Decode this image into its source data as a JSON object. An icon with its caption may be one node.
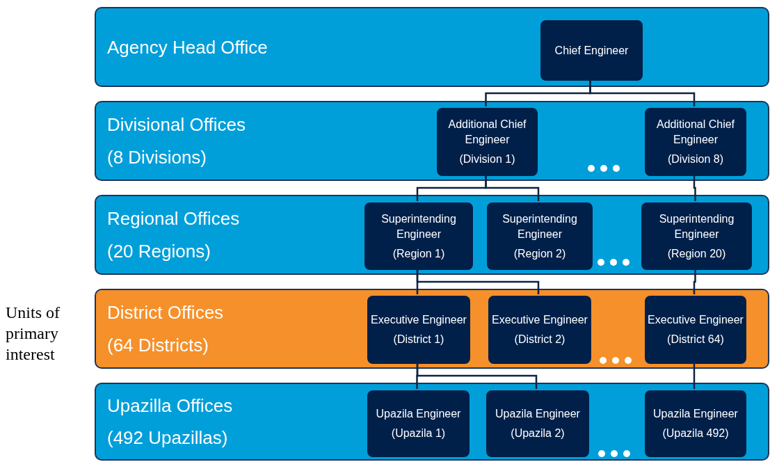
{
  "diagram": {
    "nodes": [
      {
        "text": [
          "Agency Head Office"
        ]
      },
      {
        "text": [
          "Chief Engineer"
        ],
        "in": 0
      },
      {
        "text": [
          "Divisional Offices",
          "(8 Divisions)"
        ]
      },
      {
        "text": [
          "Additional Chief Engineer",
          "(Division 1)"
        ],
        "in": 2
      },
      {
        "text": [
          "Additional Chief Engineer",
          "(Division 8)"
        ],
        "in": 2
      },
      {
        "text": [
          "Regional Offices",
          "(20 Regions)"
        ]
      },
      {
        "text": [
          "Superintending Engineer",
          "(Region 1)"
        ],
        "in": 5
      },
      {
        "text": [
          "Superintending Engineer",
          "(Region 2)"
        ],
        "in": 5
      },
      {
        "text": [
          "Superintending Engineer",
          "(Region 20)"
        ],
        "in": 5
      },
      {
        "text": [
          "District Offices",
          "(64 Districts)"
        ]
      },
      {
        "text": [
          "Executive Engineer",
          "(District 1)"
        ],
        "in": 9
      },
      {
        "text": [
          "Executive Engineer",
          "(District 2)"
        ],
        "in": 9
      },
      {
        "text": [
          "Executive Engineer",
          "(District 64)"
        ],
        "in": 9
      },
      {
        "text": [
          "Upazilla Offices",
          "(492 Upazillas)"
        ]
      },
      {
        "text": [
          "Upazila Engineer",
          "(Upazila 1)"
        ],
        "in": 13
      },
      {
        "text": [
          "Upazila Engineer",
          "(Upazila 2)"
        ],
        "in": 13
      },
      {
        "text": [
          "Upazila Engineer",
          "(Upazila 492)"
        ],
        "in": 13
      }
    ],
    "edges": [
      {
        "from": 1,
        "to": 3,
        "arrow": "none"
      },
      {
        "from": 1,
        "to": 4,
        "arrow": "none"
      },
      {
        "from": 3,
        "to": 6,
        "arrow": "none"
      },
      {
        "from": 3,
        "to": 7,
        "arrow": "none"
      },
      {
        "from": 4,
        "to": 8,
        "arrow": "none"
      },
      {
        "from": 6,
        "to": 10,
        "arrow": "none"
      },
      {
        "from": 6,
        "to": 11,
        "arrow": "none"
      },
      {
        "from": 8,
        "to": 12,
        "arrow": "none"
      },
      {
        "from": 10,
        "to": 14,
        "arrow": "none"
      },
      {
        "from": 10,
        "to": 15,
        "arrow": "none"
      },
      {
        "from": 12,
        "to": 16,
        "arrow": "none"
      }
    ],
    "labels": [
      "Units of primary interest"
    ]
  }
}
